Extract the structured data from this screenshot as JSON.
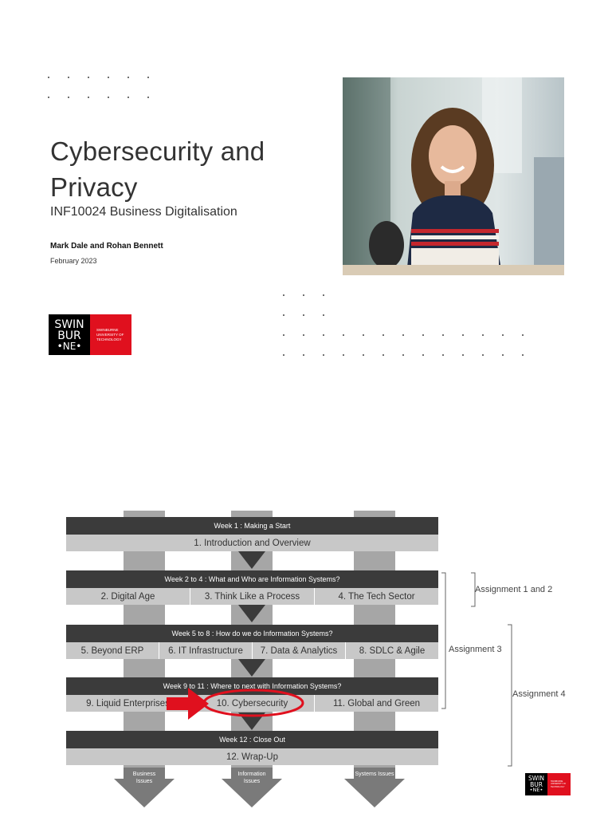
{
  "slide": {
    "title": "Cybersecurity and Privacy",
    "subtitle": "INF10024 Business Digitalisation",
    "authors": "Mark Dale and Rohan Bennett",
    "date": "February 2023",
    "photo_icon": "photo-woman-smiling-at-desk"
  },
  "logo": {
    "line1": "SWIN",
    "line2": "BUR",
    "line3": "•NE•",
    "uni1": "SWINBURNE",
    "uni2": "UNIVERSITY OF",
    "uni3": "TECHNOLOGY",
    "brand_red": "#e0101e"
  },
  "diagram": {
    "weeks": [
      {
        "header": "Week 1 : Making a Start",
        "topics": [
          "1. Introduction and Overview"
        ]
      },
      {
        "header": "Week 2 to 4 : What and Who are Information Systems?",
        "topics": [
          "2. Digital Age",
          "3. Think Like a Process",
          "4. The Tech Sector"
        ]
      },
      {
        "header": "Week 5 to 8 : How do we do Information Systems?",
        "topics": [
          "5. Beyond ERP",
          "6. IT Infrastructure",
          "7. Data & Analytics",
          "8. SDLC & Agile"
        ]
      },
      {
        "header": "Week 9 to 11 : Where to next with Information Systems?",
        "topics": [
          "9. Liquid Enterprises",
          "10. Cybersecurity",
          "11. Global and Green"
        ]
      },
      {
        "header": "Week 12 : Close Out",
        "topics": [
          "12. Wrap-Up"
        ]
      }
    ],
    "outputs": [
      "Business Issues",
      "Information Issues",
      "Systems Issues"
    ],
    "assignments": [
      "Assignment 1 and 2",
      "Assignment 3",
      "Assignment 4"
    ],
    "highlighted_topic": "10. Cybersecurity",
    "highlight_color": "#e0101e"
  }
}
